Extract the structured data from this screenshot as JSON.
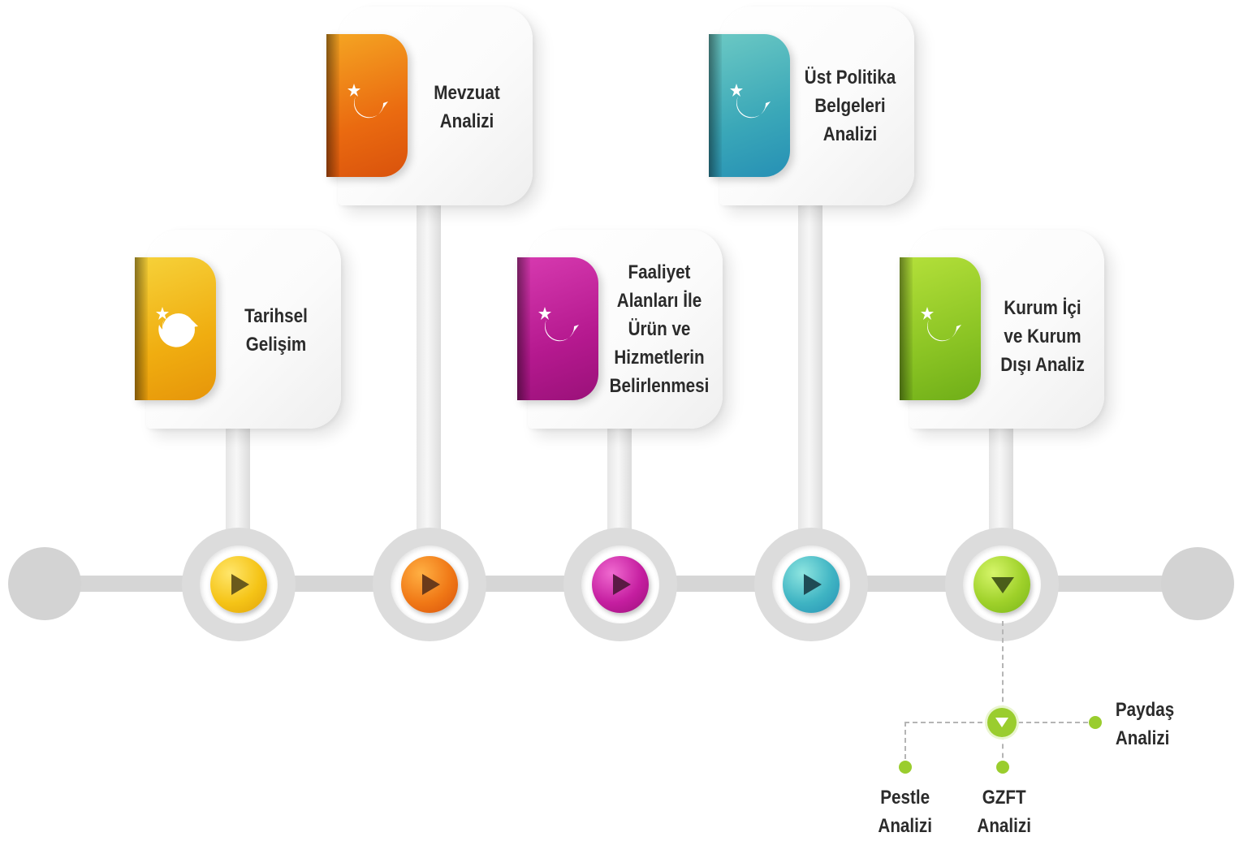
{
  "cards": [
    {
      "id": "tarihsel",
      "lines": [
        "Tarihsel",
        "Gelişim"
      ],
      "color": "#f3b811"
    },
    {
      "id": "mevzuat",
      "lines": [
        "Mevzuat",
        "Analizi"
      ],
      "color": "#e86a12"
    },
    {
      "id": "faaliyet",
      "lines": [
        "Faaliyet",
        "Alanları İle",
        "Ürün ve",
        "Hizmetlerin",
        "Belirlenmesi"
      ],
      "color": "#b5198f"
    },
    {
      "id": "ust-politika",
      "lines": [
        "Üst Politika",
        "Belgeleri",
        "Analizi"
      ],
      "color": "#3aa7b8"
    },
    {
      "id": "kurum",
      "lines": [
        "Kurum İçi",
        "ve Kurum",
        "Dışı Analiz"
      ],
      "color": "#8bc424"
    }
  ],
  "sub_analyses": {
    "paydas": [
      "Paydaş",
      "Analizi"
    ],
    "pestle": [
      "Pestle",
      "Analizi"
    ],
    "gzft": [
      "GZFT",
      "Analizi"
    ]
  },
  "colors": {
    "track": "#d6d6d6",
    "sub_dot": "#9acd2e"
  },
  "icons": {
    "card_emblem": "crescent-star-icon",
    "node_arrow": "play-arrow-icon",
    "expanded_node_arrow": "down-arrow-icon"
  }
}
